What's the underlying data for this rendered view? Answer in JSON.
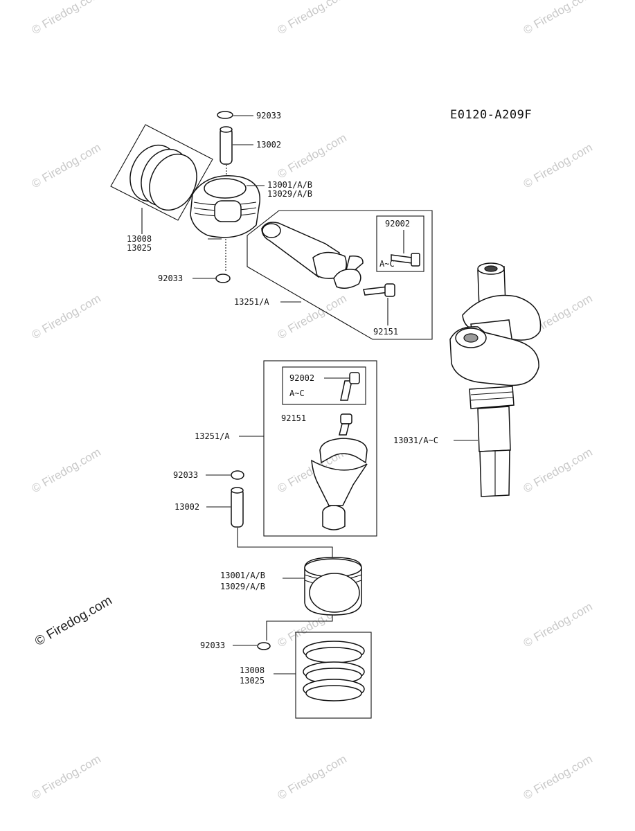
{
  "diagram_code": "E0120-A209F",
  "watermark": "© Firedog.com",
  "labels": {
    "snap_ring_top": "92033",
    "pin_top": "13002",
    "piston_top_a": "13001/A/B",
    "piston_top_b": "13029/A/B",
    "rings_top_a": "13008",
    "rings_top_b": "13025",
    "snap_ring_mid": "92033",
    "conrod_box_top_bolt": "92002",
    "conrod_box_top_bolt_var": "A~C",
    "conrod_top": "13251/A",
    "conrod_top_bolt": "92151",
    "conrod_box_low_bolt": "92002",
    "conrod_box_low_bolt_var": "A~C",
    "conrod_low_bolt": "92151",
    "conrod_low": "13251/A",
    "snap_ring_low": "92033",
    "pin_low": "13002",
    "crankshaft": "13031/A~C",
    "piston_low_a": "13001/A/B",
    "piston_low_b": "13029/A/B",
    "snap_ring_bottom": "92033",
    "rings_low_a": "13008",
    "rings_low_b": "13025"
  }
}
